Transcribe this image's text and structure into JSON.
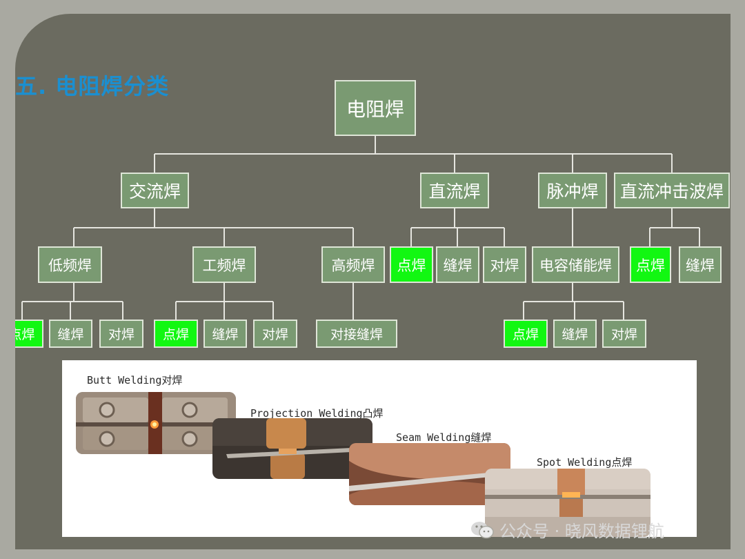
{
  "title": "五. 电阻焊分类",
  "tree": {
    "root": "电阻焊",
    "level1": [
      "交流焊",
      "直流焊",
      "脉冲焊",
      "直流冲击波焊"
    ],
    "ac_children": [
      "低频焊",
      "工频焊",
      "高频焊"
    ],
    "dc_children": [
      "点焊",
      "缝焊",
      "对焊"
    ],
    "pulse_children": [
      "电容储能焊"
    ],
    "dcw_children": [
      "点焊",
      "缝焊"
    ],
    "low_children": [
      "点焊",
      "缝焊",
      "对焊"
    ],
    "power_children": [
      "点焊",
      "缝焊",
      "对焊"
    ],
    "high_children": [
      "对接缝焊"
    ],
    "cap_children": [
      "点焊",
      "缝焊",
      "对焊"
    ]
  },
  "photos": {
    "butt": "Butt Welding对焊",
    "projection": "Projection Welding凸焊",
    "seam": "Seam Welding缝焊",
    "spot": "Spot Welding点焊"
  },
  "watermark": "公众号 · 晓风数据锂航",
  "colors": {
    "highlight": "#12f712",
    "node": "#7a9a72",
    "title": "#1b8fd0",
    "background": "#6b6b60"
  },
  "icons": [
    "wechat-icon"
  ]
}
